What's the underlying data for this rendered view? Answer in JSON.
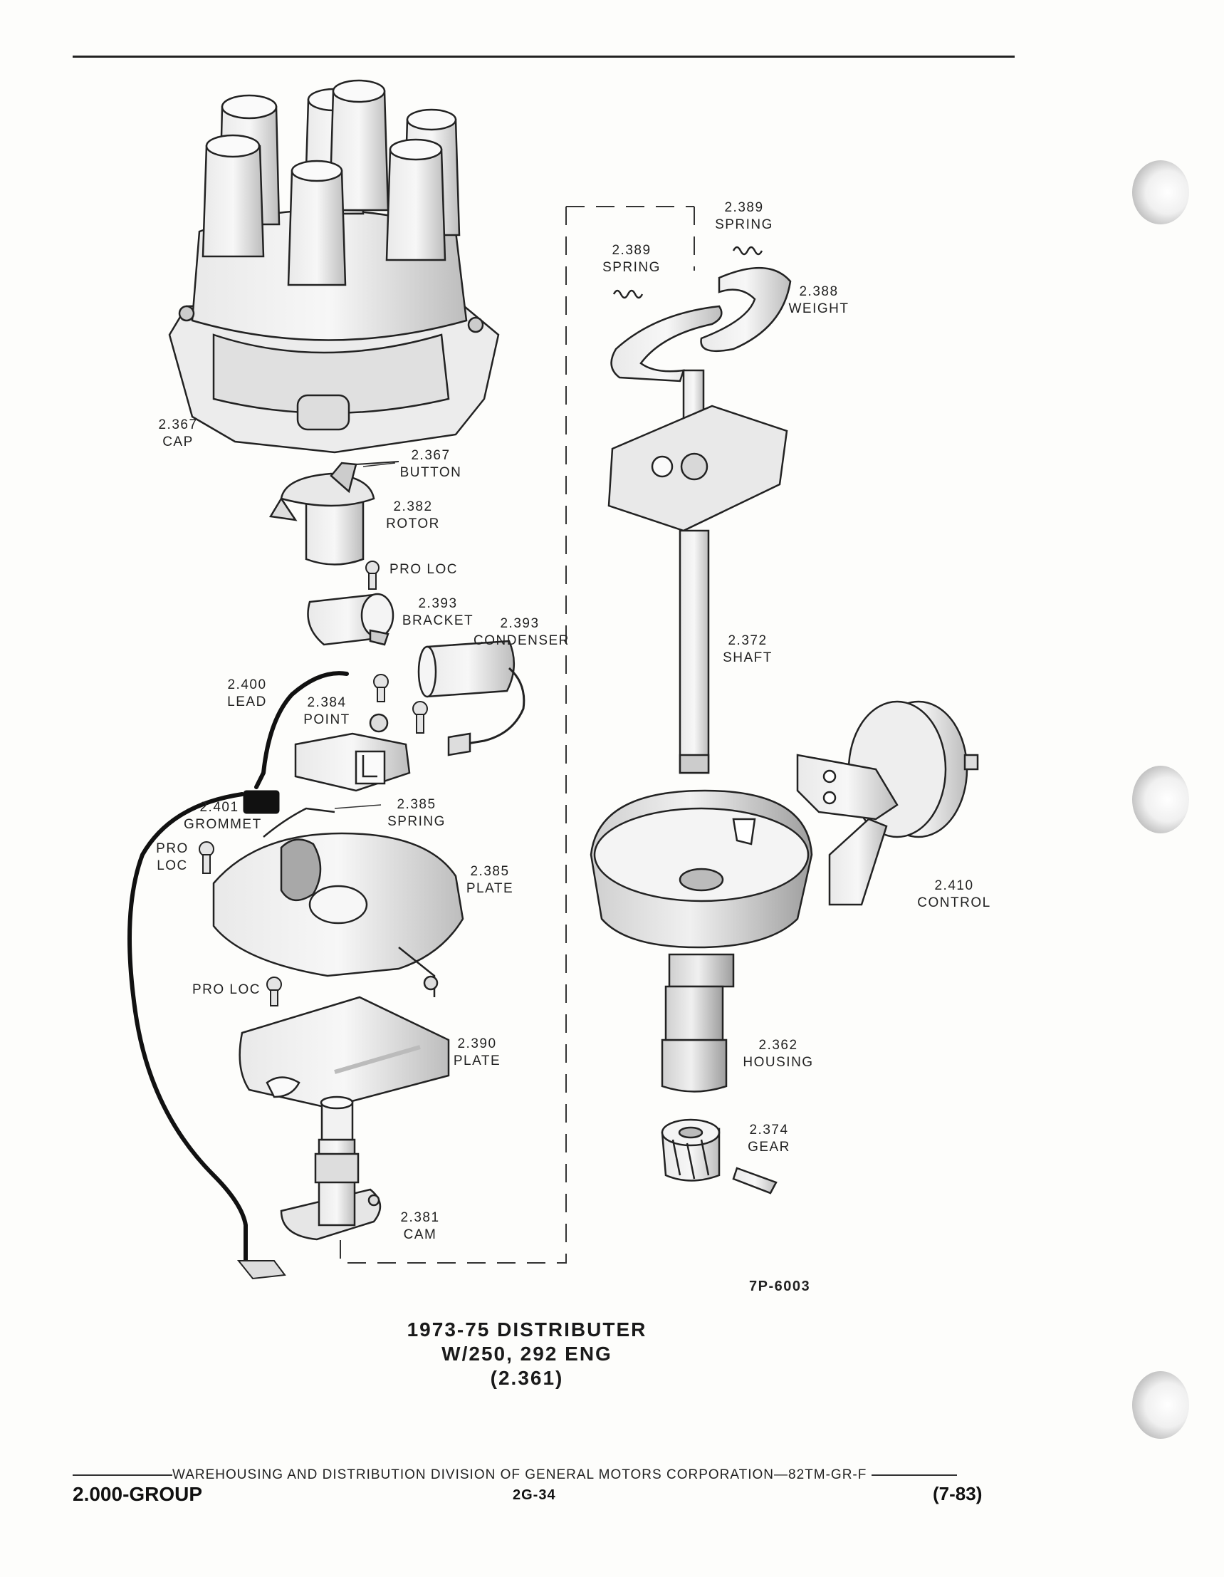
{
  "labels": {
    "cap": [
      "2.367",
      "CAP"
    ],
    "button": [
      "2.367",
      "BUTTON"
    ],
    "rotor": [
      "2.382",
      "ROTOR"
    ],
    "pro_loc_1": [
      "PRO LOC"
    ],
    "bracket": [
      "2.393",
      "BRACKET"
    ],
    "condenser": [
      "2.393",
      "CONDENSER"
    ],
    "lead": [
      "2.400",
      "LEAD"
    ],
    "point": [
      "2.384",
      "POINT"
    ],
    "grommet": [
      "2.401",
      "GROMMET"
    ],
    "spring_2385": [
      "2.385",
      "SPRING"
    ],
    "pro_loc_2": [
      "PRO",
      "LOC"
    ],
    "plate_2385": [
      "2.385",
      "PLATE"
    ],
    "pro_loc_3": [
      "PRO LOC"
    ],
    "plate_2390": [
      "2.390",
      "PLATE"
    ],
    "cam": [
      "2.381",
      "CAM"
    ],
    "spring_2389_a": [
      "2.389",
      "SPRING"
    ],
    "spring_2389_b": [
      "2.389",
      "SPRING"
    ],
    "weight": [
      "2.388",
      "WEIGHT"
    ],
    "shaft": [
      "2.372",
      "SHAFT"
    ],
    "control": [
      "2.410",
      "CONTROL"
    ],
    "housing": [
      "2.362",
      "HOUSING"
    ],
    "gear": [
      "2.374",
      "GEAR"
    ]
  },
  "figure_number": "7P-6003",
  "caption": {
    "line1": "1973-75 DISTRIBUTER",
    "line2": "W/250, 292 ENG",
    "line3": "(2.361)"
  },
  "footer": {
    "division": "WAREHOUSING AND DISTRIBUTION  DIVISION OF GENERAL MOTORS CORPORATION—82TM-GR-F",
    "group": "2.000-GROUP",
    "page": "2G-34",
    "date": "(7-83)"
  }
}
